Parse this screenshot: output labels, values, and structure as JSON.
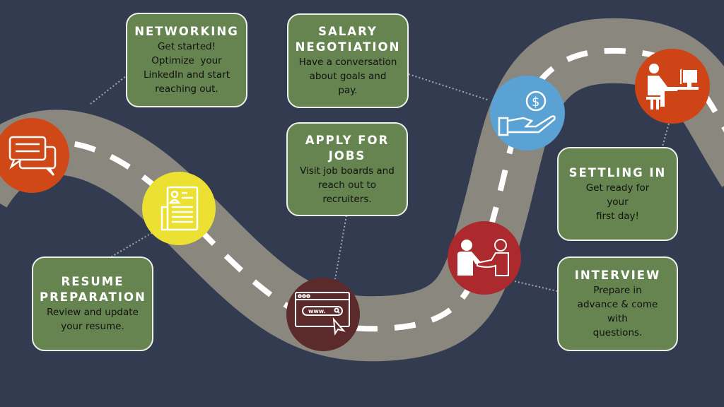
{
  "steps": [
    {
      "id": "networking",
      "title": "NETWORKING",
      "lines": [
        "Get started!",
        "Optimize  your",
        "LinkedIn and start",
        "reaching out."
      ],
      "icon": "chat-bubbles-icon",
      "color": "#d04818"
    },
    {
      "id": "resume",
      "title": "RESUME PREPARATION",
      "lines": [
        "Review and update",
        "your resume."
      ],
      "icon": "resume-document-icon",
      "color": "#ece132"
    },
    {
      "id": "apply",
      "title": "APPLY FOR JOBS",
      "lines": [
        "Visit job boards and",
        "reach out to",
        "recruiters."
      ],
      "icon": "browser-search-icon",
      "color": "#5c2a2a"
    },
    {
      "id": "interview",
      "title": "INTERVIEW",
      "lines": [
        "Prepare in",
        "advance & come",
        "with",
        "questions."
      ],
      "icon": "handshake-icon",
      "color": "#ac2a2e"
    },
    {
      "id": "salary",
      "title": "SALARY NEGOTIATION",
      "lines": [
        "Have a conversation",
        "about goals and",
        "pay."
      ],
      "icon": "hand-money-icon",
      "color": "#5aa1d4"
    },
    {
      "id": "settling",
      "title": "SETTLING IN",
      "lines": [
        "Get ready for",
        "your",
        "first day!"
      ],
      "icon": "person-at-desk-icon",
      "color": "#cf4417"
    }
  ],
  "browser_text": "www.",
  "dollar": "$",
  "colors": {
    "background": "#323b4f",
    "road": "#8a877f",
    "box": "#66844f"
  }
}
